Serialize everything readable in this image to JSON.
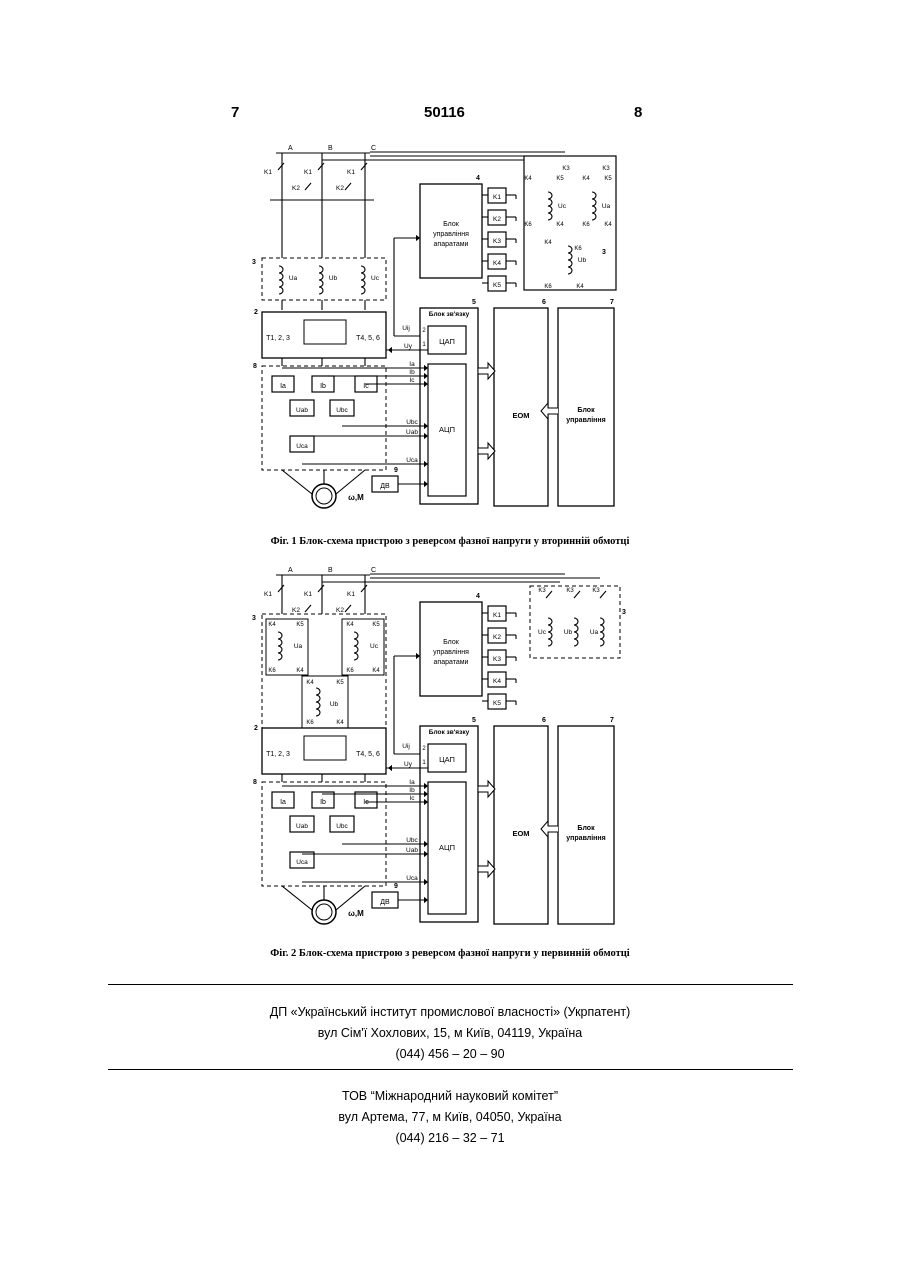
{
  "header": {
    "page_left": "7",
    "doc_number": "50116",
    "page_right": "8"
  },
  "labels": {
    "phase_a": "A",
    "phase_b": "B",
    "phase_c": "C",
    "k1": "K1",
    "k2": "K2",
    "k3": "K3",
    "k4": "K4",
    "k5": "K5",
    "k6": "K6",
    "ua": "Ua",
    "ub": "Ub",
    "uc": "Uc",
    "t123": "T1, 2, 3",
    "t456": "T4, 5, 6",
    "ia": "Ia",
    "ib": "Ib",
    "ic": "Ic",
    "uab": "Uab",
    "ubc": "Ubc",
    "uca": "Uca",
    "uij": "Uij",
    "uy": "Uy",
    "dv": "ДВ",
    "motor": "ω,M",
    "cap_block": "ЦАП",
    "adc_block": "АЦП",
    "evm_block": "ЕОМ",
    "apparatus_control_1": "Блок",
    "apparatus_control_2": "управління",
    "apparatus_control_3": "апаратами",
    "comm_block": "Блок зв'язку",
    "control_block_1": "Блок",
    "control_block_2": "управління",
    "n1": "1",
    "n2": "2",
    "n3": "3",
    "n4": "4",
    "n5": "5",
    "n6": "6",
    "n7": "7",
    "n8": "8",
    "n9": "9"
  },
  "figure1": {
    "caption": "Фіг. 1  Блок-схема пристрою з реверсом фазної напруги у вторинній обмотці"
  },
  "figure2": {
    "caption": "Фіг. 2  Блок-схема пристрою з реверсом фазної напруги у первинній обмотці"
  },
  "footer": {
    "org1_name": "ДП «Український інститут промислової власності» (Укрпатент)",
    "org1_address": "вул  Сім'ї Хохлових, 15, м  Київ, 04119, Україна",
    "org1_phone": "(044) 456 – 20 –  90",
    "org2_name": "ТОВ “Міжнародний науковий комітет”",
    "org2_address": "вул  Артема, 77, м  Київ, 04050, Україна",
    "org2_phone": "(044) 216 – 32 – 71"
  }
}
